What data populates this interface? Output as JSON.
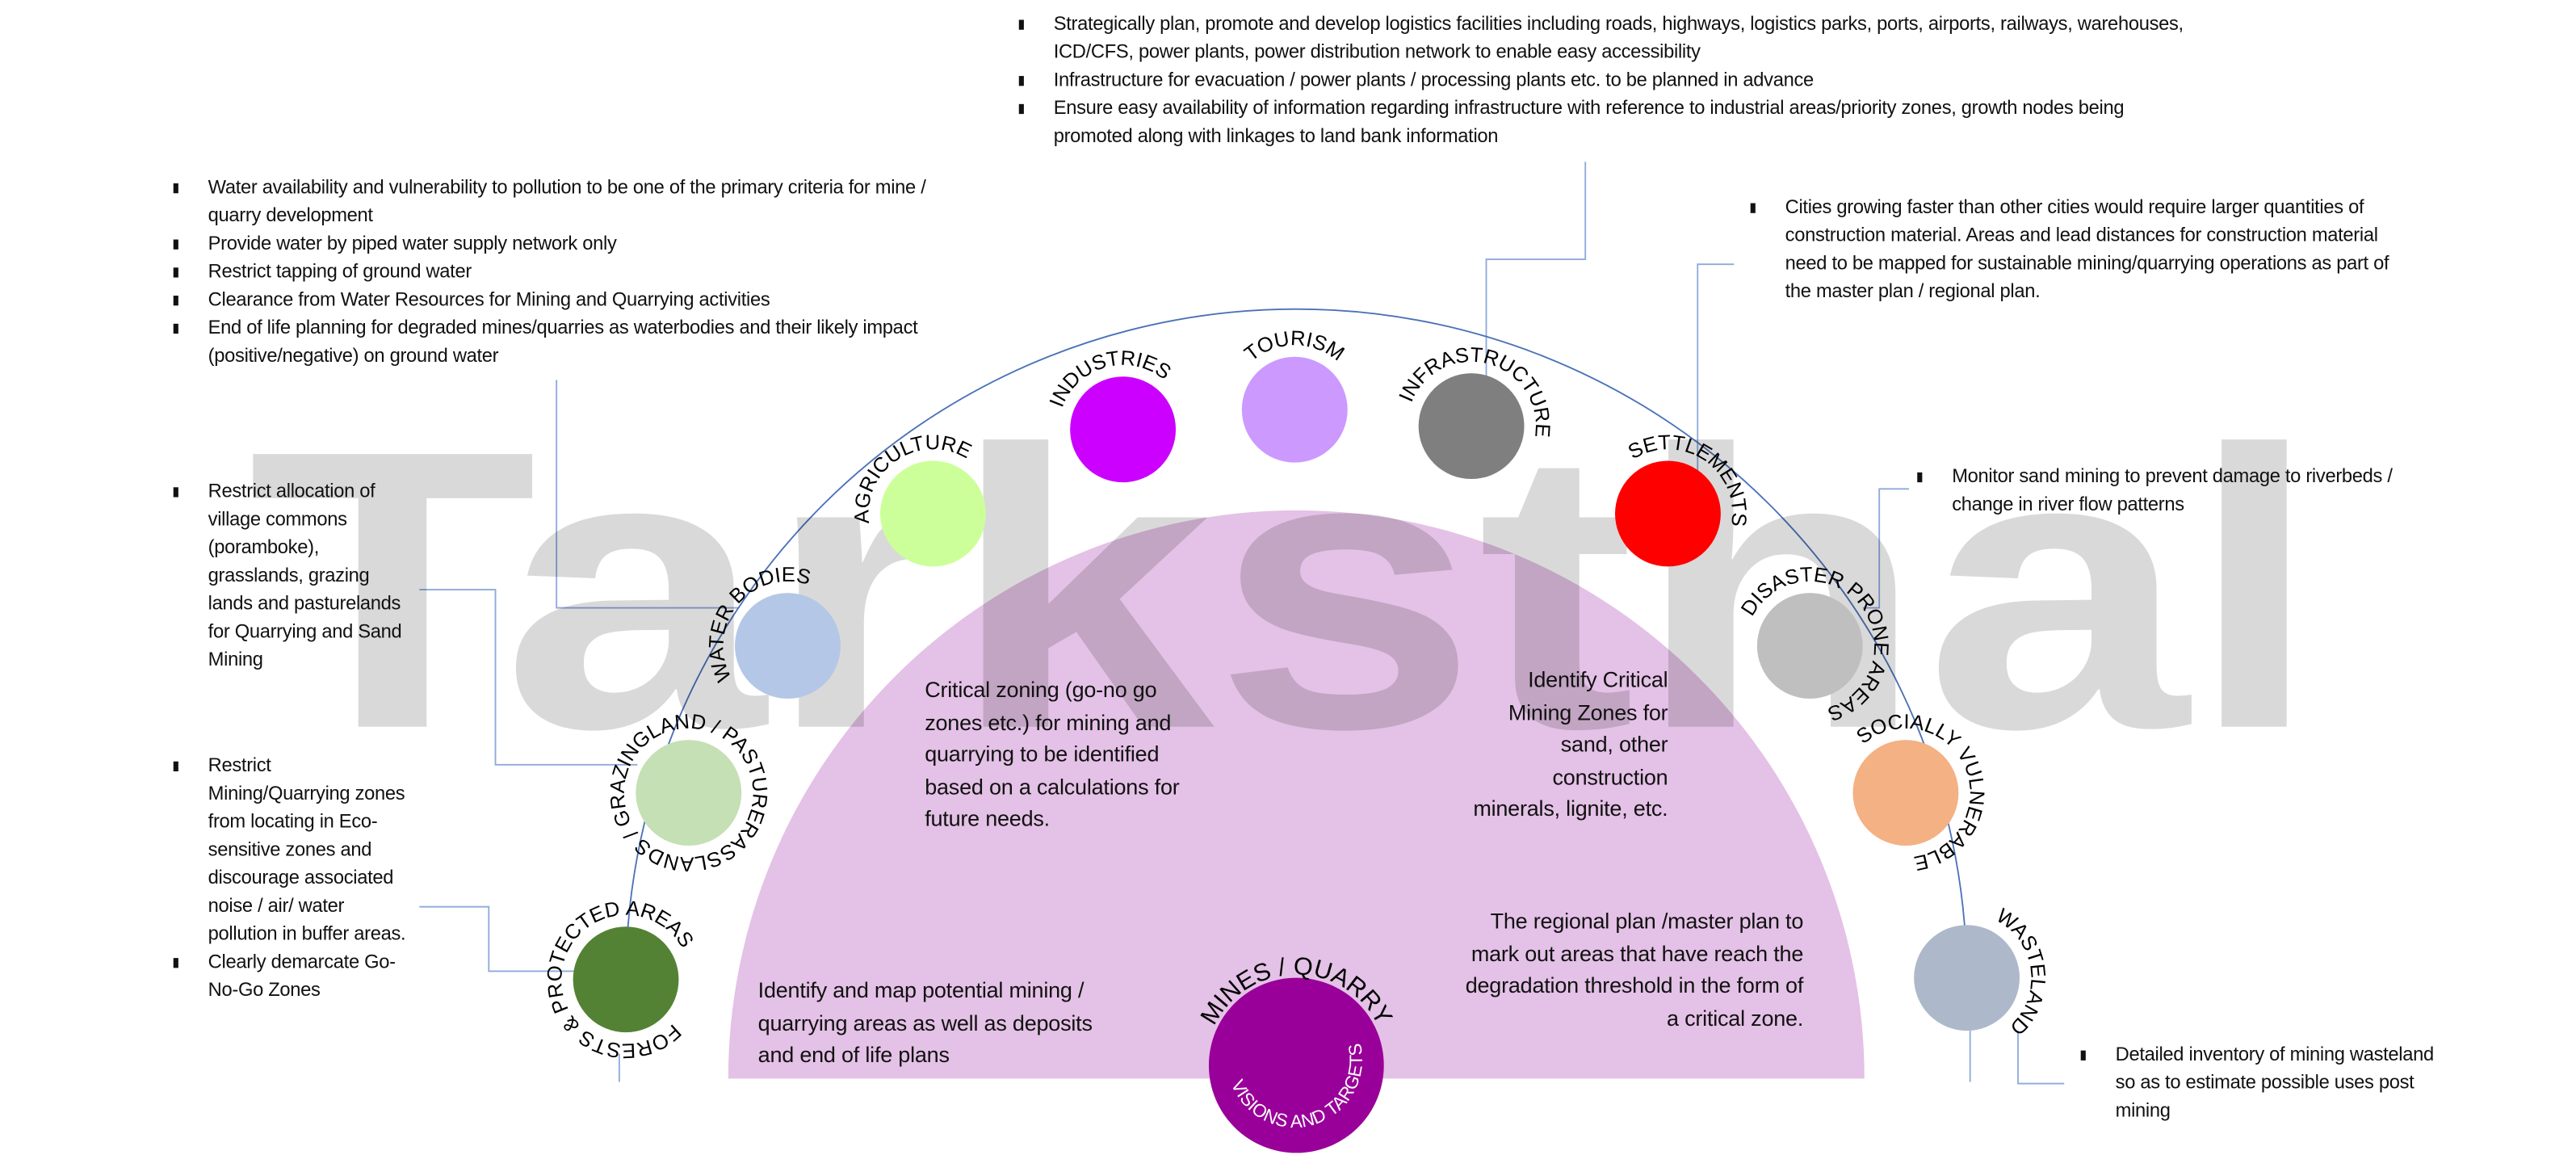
{
  "watermark": "Tarksthal",
  "colors": {
    "connector": "#8eaadb",
    "arc": "#4a72b8",
    "half_disc": "#e4c1e6",
    "watermark": "rgba(0,0,0,0.15)"
  },
  "center": {
    "title": "MINES / QUARRY",
    "subtitle": "VISIONS AND TARGETS",
    "color": "#990099"
  },
  "nodes": [
    {
      "label": "FORESTS & PROTECTED AREAS",
      "color": "#548235"
    },
    {
      "label": "GRASSLANDS / GRAZINGLAND / PASTURES",
      "color": "#c5e0b4"
    },
    {
      "label": "WATER BODIES",
      "color": "#b4c7e7"
    },
    {
      "label": "AGRICULTURE",
      "color": "#ccff99"
    },
    {
      "label": "INDUSTRIES",
      "color": "#cc00ff"
    },
    {
      "label": "TOURISM",
      "color": "#cc99ff"
    },
    {
      "label": "INFRASTRUCTURE",
      "color": "#7f7f7f"
    },
    {
      "label": "SETTLEMENTS",
      "color": "#ff0000"
    },
    {
      "label": "DISASTER PRONE AREAS",
      "color": "#bfbfbf"
    },
    {
      "label": "SOCIALLY VULNERABLE",
      "color": "#f4b183"
    },
    {
      "label": "WASTELAND",
      "color": "#adb9ca"
    }
  ],
  "notes": {
    "infrastructure": [
      "Strategically plan, promote and develop logistics facilities including roads, highways, logistics parks, ports, airports, railways, warehouses, ICD/CFS, power plants, power distribution network to enable easy accessibility",
      "Infrastructure for evacuation / power plants / processing plants etc. to be planned in advance",
      "Ensure easy availability of information regarding infrastructure with reference to industrial areas/priority zones, growth nodes being promoted along with linkages to land bank information"
    ],
    "water": [
      "Water availability and vulnerability to pollution to be one of the primary criteria for mine / quarry development",
      "Provide water by piped water supply network only",
      "Restrict tapping of ground water",
      "Clearance from Water Resources for Mining and Quarrying activities",
      "End of life planning for degraded mines/quarries as waterbodies and their likely impact (positive/negative) on ground water"
    ],
    "settlements": [
      "Cities growing faster than other cities would require larger quantities of construction material. Areas and lead distances for construction material need to be mapped for sustainable mining/quarrying operations as part of the master plan / regional plan."
    ],
    "grasslands": [
      "Restrict allocation of village commons (poramboke), grasslands, grazing lands and pasturelands for Quarrying and Sand Mining"
    ],
    "forests": [
      "Restrict Mining/Quarrying zones from locating in Eco-sensitive zones and discourage associated noise / air/ water pollution in buffer areas.",
      "Clearly demarcate Go-No-Go Zones"
    ],
    "disaster": [
      "Monitor sand mining to prevent damage to riverbeds / change in river flow patterns"
    ],
    "wasteland": [
      "Detailed inventory of mining wasteland so as to estimate possible uses post mining"
    ]
  },
  "center_text": {
    "critical_zoning": "Critical zoning (go-no go zones etc.) for mining and quarrying to be identified based on a calculations for future needs.",
    "identify_critical": "Identify Critical Mining Zones for sand, other construction minerals, lignite, etc.",
    "regional_plan": "The regional plan /master plan to mark out areas that have reach the degradation threshold in the form of a critical zone.",
    "identify_map": "Identify and map potential mining / quarrying areas as well as deposits and end of life plans"
  }
}
